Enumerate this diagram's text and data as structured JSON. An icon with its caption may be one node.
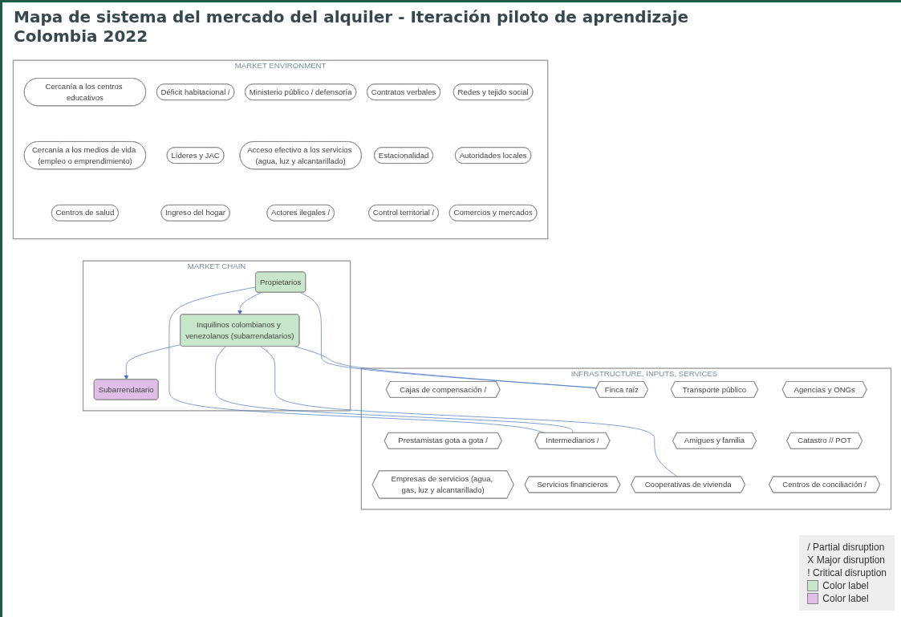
{
  "diagram": {
    "title": "Mapa de sistema del mercado del alquiler - Iteración piloto de aprendizaje Colombia 2022",
    "nodes": [
      {
        "text": [
          "MARKET ENVIRONMENT"
        ]
      },
      {
        "text": [
          "Cercanía a los centros educativos"
        ],
        "in": 0
      },
      {
        "text": [
          "Déficit habitacional /"
        ],
        "in": 0
      },
      {
        "text": [
          "Ministerio público / defensoría"
        ],
        "in": 0
      },
      {
        "text": [
          "Contratos verbales"
        ],
        "in": 0
      },
      {
        "text": [
          "Redes y tejido social"
        ],
        "in": 0
      },
      {
        "text": [
          "Cercanía a los medios de vida (empleo o emprendimiento)"
        ],
        "in": 0
      },
      {
        "text": [
          "Líderes y JAC"
        ],
        "in": 0
      },
      {
        "text": [
          "Acceso efectivo a los servicios (agua, luz y alcantarillado)"
        ],
        "in": 0
      },
      {
        "text": [
          "Estacionalidad"
        ],
        "in": 0
      },
      {
        "text": [
          "Autoridades locales"
        ],
        "in": 0
      },
      {
        "text": [
          "Centros de salud"
        ],
        "in": 0
      },
      {
        "text": [
          "Ingreso del hogar"
        ],
        "in": 0
      },
      {
        "text": [
          "Actores ilegales /"
        ],
        "in": 0
      },
      {
        "text": [
          "Control territorial /"
        ],
        "in": 0
      },
      {
        "text": [
          "Comercios y mercados"
        ],
        "in": 0
      },
      {
        "text": [
          "MARKET CHAIN"
        ]
      },
      {
        "text": [
          "Propietarios"
        ],
        "in": 16
      },
      {
        "text": [
          "Inquilinos colombianos y venezolanos (subarrendatarios)"
        ],
        "in": 16
      },
      {
        "text": [
          "Subarrendatario"
        ],
        "in": 16
      },
      {
        "text": [
          "INFRASTRUCTURE, INPUTS, SERVICES"
        ]
      },
      {
        "text": [
          "Cajas de compensación /"
        ],
        "in": 20
      },
      {
        "text": [
          "Finca raíz"
        ],
        "in": 20
      },
      {
        "text": [
          "Transporte público"
        ],
        "in": 20
      },
      {
        "text": [
          "Agencias y ONGs"
        ],
        "in": 20
      },
      {
        "text": [
          "Prestamistas gota a gota /"
        ],
        "in": 20
      },
      {
        "text": [
          "Intermediarios /"
        ],
        "in": 20
      },
      {
        "text": [
          "Amigues y familia"
        ],
        "in": 20
      },
      {
        "text": [
          "Catastro // POT"
        ],
        "in": 20
      },
      {
        "text": [
          "Empresas de servicios (agua, gas, luz y alcantarillado)"
        ],
        "in": 20
      },
      {
        "text": [
          "Servicios financieros"
        ],
        "in": 20
      },
      {
        "text": [
          "Cooperativas de vivienda"
        ],
        "in": 20
      },
      {
        "text": [
          "Centros de conciliación /"
        ],
        "in": 20
      }
    ],
    "edges": [
      {
        "from": 17,
        "to": 18,
        "arrow": "to"
      },
      {
        "from": 18,
        "to": 19,
        "arrow": "to"
      },
      {
        "from": 17,
        "to": 22,
        "arrow": "none"
      },
      {
        "from": 17,
        "to": 26,
        "arrow": "none"
      },
      {
        "from": 18,
        "to": 22,
        "arrow": "none"
      },
      {
        "from": 18,
        "to": 31,
        "arrow": "none"
      },
      {
        "from": 18,
        "to": 26,
        "arrow": "none"
      }
    ],
    "legend": [
      {
        "text": "/ Partial disruption"
      },
      {
        "text": "X Major disruption"
      },
      {
        "text": "! Critical disruption"
      },
      {
        "text": "Color label",
        "color": "#c8e6c9"
      },
      {
        "text": "Color label",
        "color": "#e1bee7"
      }
    ]
  }
}
